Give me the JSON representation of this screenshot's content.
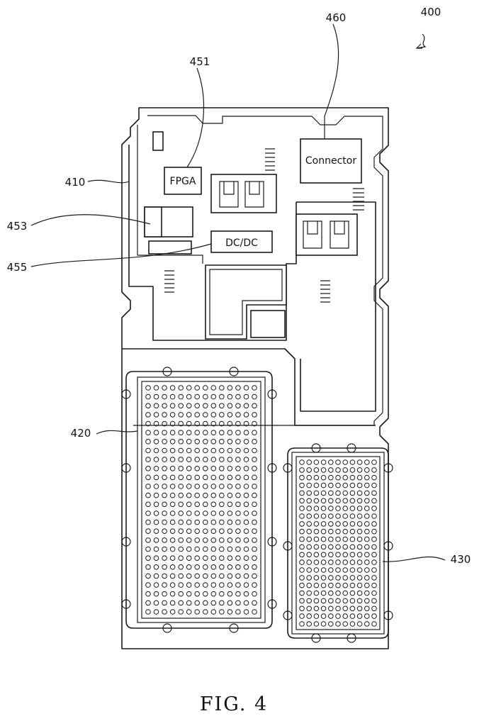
{
  "figure": {
    "caption": "FIG. 4",
    "ref_assembly": "400"
  },
  "components": {
    "board": "410",
    "fpga_ref": "451",
    "module_ref": "453",
    "dcdc_ref": "455",
    "connector_ref": "460",
    "array_large": "420",
    "array_small": "430"
  },
  "chips": {
    "fpga": "FPGA",
    "dcdc": "DC/DC",
    "connector": "Connector"
  },
  "arrays": {
    "large": {
      "cols": 14,
      "rows": 26
    },
    "small": {
      "cols": 11,
      "rows": 22
    }
  }
}
